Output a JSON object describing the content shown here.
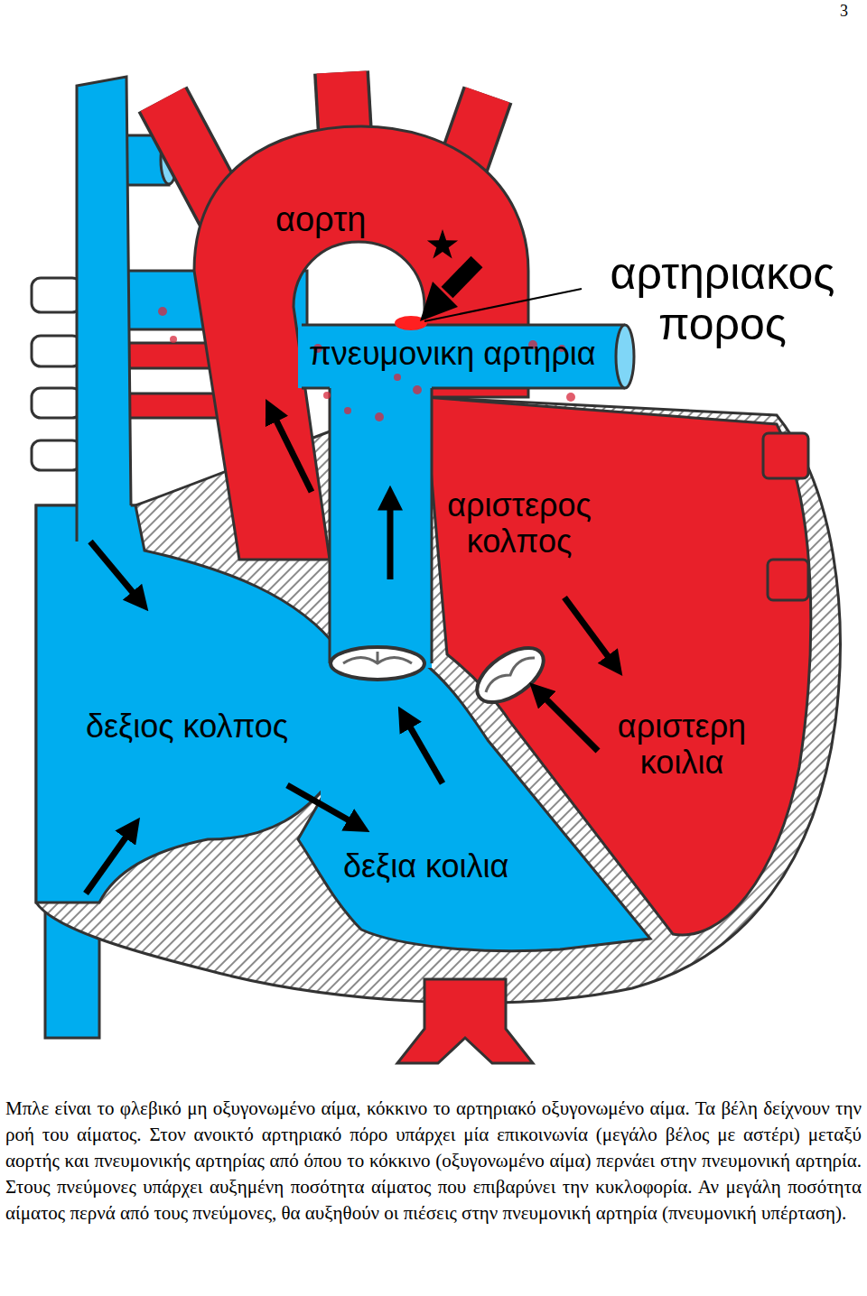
{
  "diagram": {
    "caption": "Μπλε είναι το φλεβικό μη οξυγονωμένο αίμα, κόκκινο το αρτηριακό οξυγονωμένο αίμα. Τα βέλη δείχνουν την ροή του αίματος. Στον ανοικτό αρτηριακό πόρο υπάρχει μία επικοινωνία (μεγάλο βέλος με αστέρι) μεταξύ αορτής και πνευμονικής αρτηρίας από όπου το κόκκινο (οξυγονωμένο αίμα) περνάει στην πνευμονική αρτηρία. Στους πνεύμονες υπάρχει αυξημένη ποσότητα αίματος που επιβαρύνει την κυκλοφορία. Αν μεγάλη ποσότητα αίματος περνά από τους πνεύμονες, θα αυξηθούν οι πιέσεις στην πνευμονική αρτηρία (πνευμονική υπέρταση).",
    "labels": [
      "3",
      "αορτη",
      "αρτηριακος πορος",
      "πνευμονικη αρτηρια",
      "αριστερος κολπος",
      "δεξιος κολπος",
      "αριστερη κοιλια",
      "δεξια κοιλια"
    ]
  }
}
